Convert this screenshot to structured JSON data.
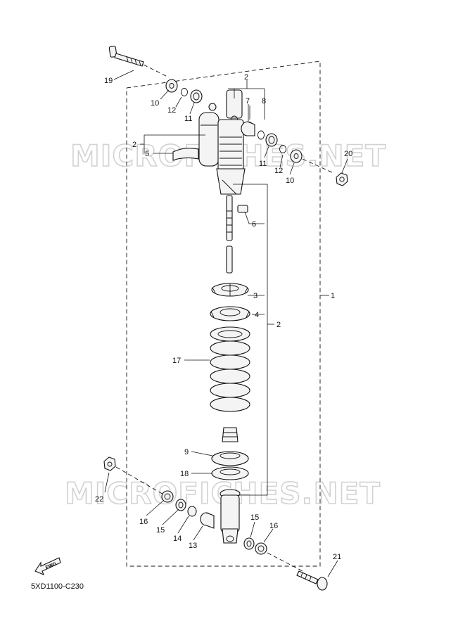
{
  "watermark": "MICROFICHES.NET",
  "drawing_code": "5XD1100-C230",
  "fwd_label": "FWD",
  "callouts": {
    "c1": "1",
    "c2a": "2",
    "c2b": "2",
    "c2c": "2",
    "c3": "3",
    "c4": "4",
    "c5": "5",
    "c6": "6",
    "c7": "7",
    "c8": "8",
    "c9": "9",
    "c10a": "10",
    "c10b": "10",
    "c11a": "11",
    "c11b": "11",
    "c12a": "12",
    "c12b": "12",
    "c13": "13",
    "c14": "14",
    "c15a": "15",
    "c15b": "15",
    "c16a": "16",
    "c16b": "16",
    "c17": "17",
    "c18": "18",
    "c19": "19",
    "c20": "20",
    "c21": "21",
    "c22": "22"
  }
}
